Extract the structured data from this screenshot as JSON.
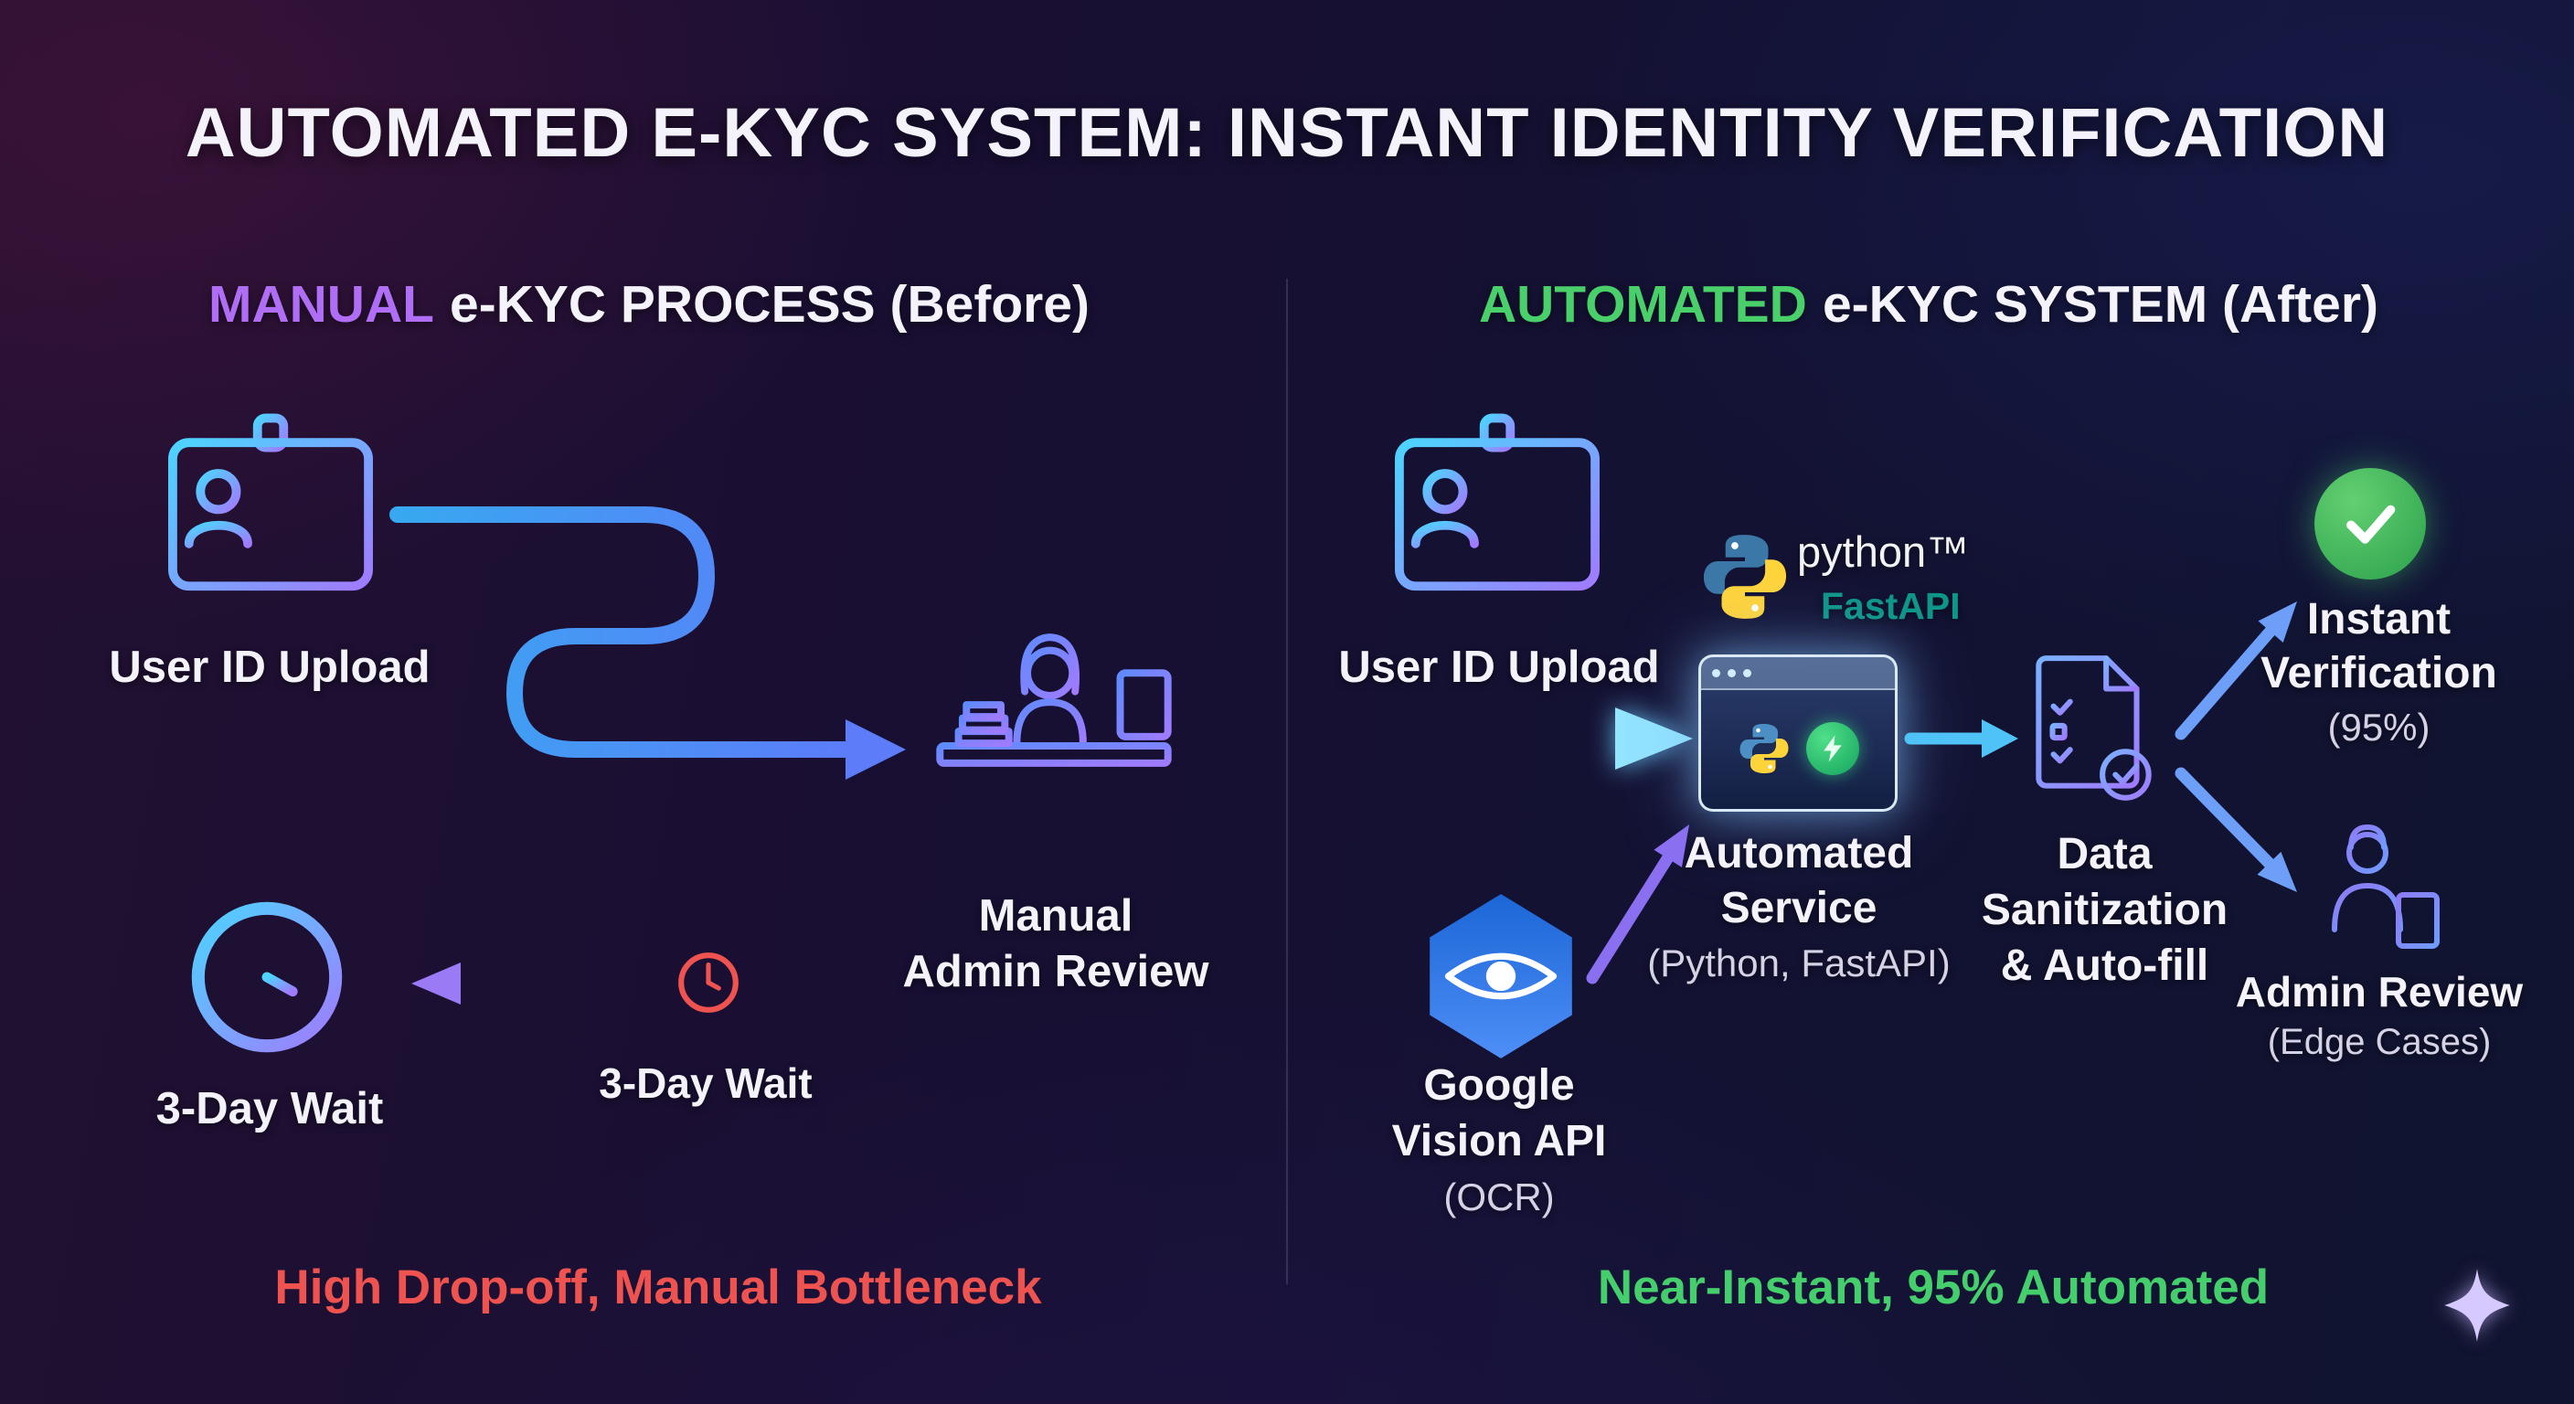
{
  "title": "AUTOMATED E-KYC SYSTEM: INSTANT IDENTITY VERIFICATION",
  "left": {
    "heading_accent": "MANUAL",
    "heading_rest": "e-KYC PROCESS (Before)",
    "user_id_upload": "User ID Upload",
    "manual_review_l1": "Manual",
    "manual_review_l2": "Admin Review",
    "wait_big": "3-Day Wait",
    "wait_small": "3-Day Wait",
    "footer": "High Drop-off, Manual Bottleneck"
  },
  "right": {
    "heading_accent": "AUTOMATED",
    "heading_rest": "e-KYC SYSTEM (After)",
    "user_id_upload": "User ID Upload",
    "python_label": "python™",
    "fastapi_label": "FastAPI",
    "service_l1": "Automated",
    "service_l2": "Service",
    "service_sub": "(Python, FastAPI)",
    "vision_l1": "Google",
    "vision_l2": "Vision API",
    "vision_sub": "(OCR)",
    "data_l1": "Data",
    "data_l2": "Sanitization",
    "data_l3": "& Auto-fill",
    "instant_l1": "Instant",
    "instant_l2": "Verification",
    "instant_sub": "(95%)",
    "admin_l1": "Admin Review",
    "admin_sub": "(Edge Cases)",
    "footer": "Near-Instant, 95% Automated"
  },
  "colors": {
    "accent_manual": "#b06df5",
    "accent_automated": "#49d06b",
    "footer_left": "#ef5350",
    "footer_right": "#45cf6c",
    "arrow_blue": "#5c7cfa",
    "arrow_cyan": "#29b6f6",
    "arrow_purple": "#8a6ff0",
    "python_blue": "#3b78a8",
    "python_yellow": "#ffd43b",
    "gcp_blue": "#1b66d6",
    "success_green": "#2ba04c",
    "wait_red": "#ef5350"
  },
  "icons": {
    "id-card-icon": "line-art id badge",
    "desk-review-icon": "person at desk line-art",
    "clock-icon": "analog clock line-art",
    "small-clock-icon": "red analog clock",
    "python-logo-icon": "two-tone python snakes",
    "lightning-icon": "bolt in green circle",
    "browser-window-icon": "glowing app window",
    "vision-eye-icon": "eye in blue hexagon",
    "document-check-icon": "checklist document with check circle",
    "check-icon": "white check in green circle",
    "admin-person-icon": "person with document",
    "sparkle-icon": "four-point star"
  }
}
